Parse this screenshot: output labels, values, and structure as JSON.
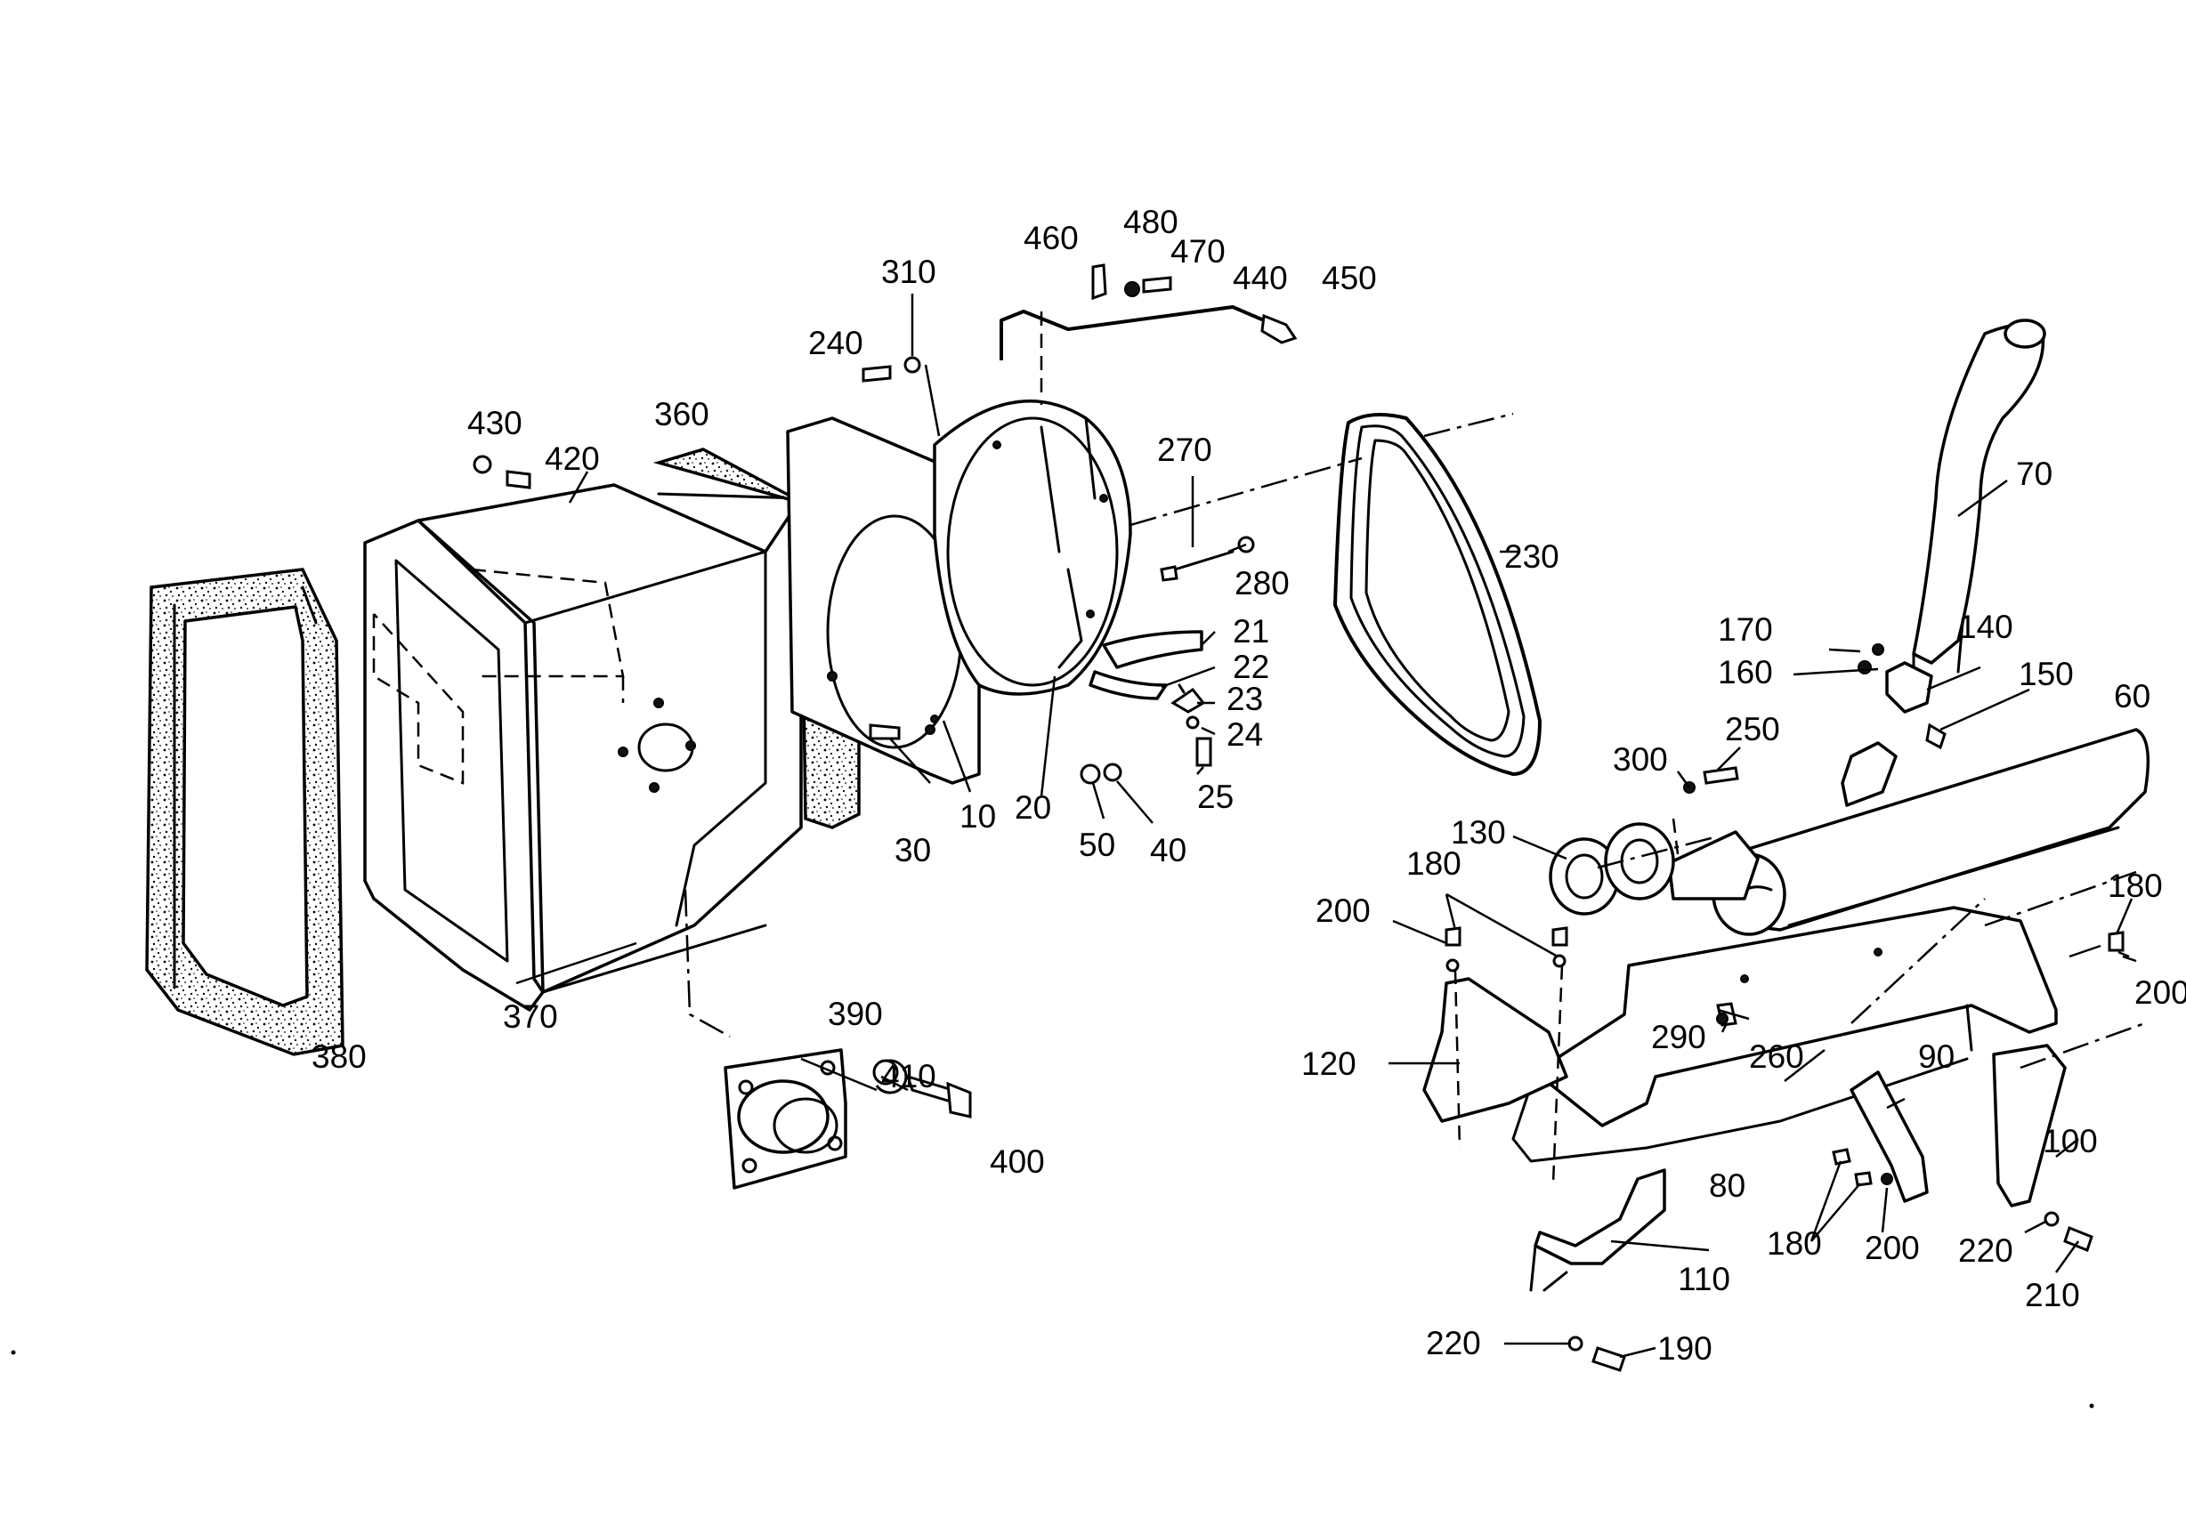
{
  "labels": [
    {
      "text": "10"
    },
    {
      "text": "20"
    },
    {
      "text": "21"
    },
    {
      "text": "22"
    },
    {
      "text": "23"
    },
    {
      "text": "24"
    },
    {
      "text": "25"
    },
    {
      "text": "30"
    },
    {
      "text": "40"
    },
    {
      "text": "50"
    },
    {
      "text": "60"
    },
    {
      "text": "70"
    },
    {
      "text": "80"
    },
    {
      "text": "90"
    },
    {
      "text": "100"
    },
    {
      "text": "110"
    },
    {
      "text": "120"
    },
    {
      "text": "130"
    },
    {
      "text": "140"
    },
    {
      "text": "150"
    },
    {
      "text": "160"
    },
    {
      "text": "170"
    },
    {
      "text": "180"
    },
    {
      "text": "180"
    },
    {
      "text": "180"
    },
    {
      "text": "190"
    },
    {
      "text": "200"
    },
    {
      "text": "200"
    },
    {
      "text": "200"
    },
    {
      "text": "210"
    },
    {
      "text": "220"
    },
    {
      "text": "220"
    },
    {
      "text": "230"
    },
    {
      "text": "240"
    },
    {
      "text": "250"
    },
    {
      "text": "260"
    },
    {
      "text": "270"
    },
    {
      "text": "280"
    },
    {
      "text": "290"
    },
    {
      "text": "300"
    },
    {
      "text": "310"
    },
    {
      "text": "360"
    },
    {
      "text": "370"
    },
    {
      "text": "380"
    },
    {
      "text": "390"
    },
    {
      "text": "400"
    },
    {
      "text": "410"
    },
    {
      "text": "420"
    },
    {
      "text": "430"
    },
    {
      "text": "440"
    },
    {
      "text": "450"
    },
    {
      "text": "460"
    },
    {
      "text": "470"
    },
    {
      "text": "480"
    }
  ]
}
